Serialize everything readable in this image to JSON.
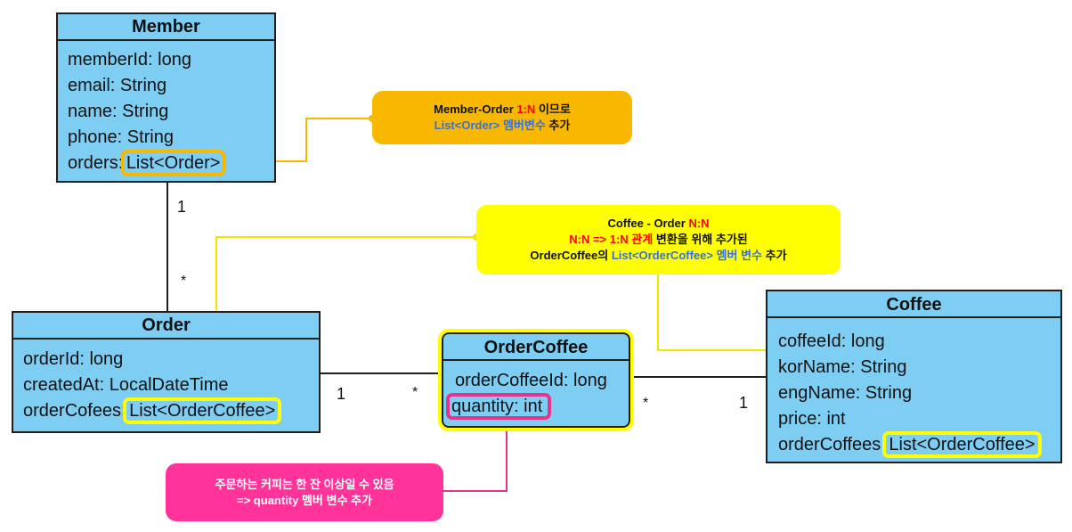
{
  "classes": {
    "member": {
      "title": "Member",
      "attributes": [
        "memberId: long",
        "email: String",
        "name: String",
        "phone: String"
      ],
      "orders_prefix": "orders: ",
      "orders_type": "List<Order>"
    },
    "order": {
      "title": "Order",
      "attributes": [
        "orderId: long",
        "createdAt: LocalDateTime"
      ],
      "cofees_prefix": "orderCofees: ",
      "cofees_type": "List<OrderCoffee>"
    },
    "order_coffee": {
      "title": "OrderCoffee",
      "attributes": [
        "orderCoffeeId: long"
      ],
      "quantity": "quantity: int"
    },
    "coffee": {
      "title": "Coffee",
      "attributes": [
        "coffeeId: long",
        "korName: String",
        "engName: String",
        "price: int"
      ],
      "coffees_prefix": "orderCoffees: ",
      "coffees_type": "List<OrderCoffee>"
    }
  },
  "multiplicities": {
    "member_order_member_side": "1",
    "member_order_order_side": "*",
    "order_oc_order_side": "1",
    "order_oc_oc_side": "*",
    "oc_coffee_oc_side": "*",
    "oc_coffee_coffee_side": "1"
  },
  "notes": {
    "member_note": {
      "line1_a": "Member-Order ",
      "line1_b": "1:N",
      "line1_c": " 이므로",
      "line2_a": "List<Order> 멤버변수",
      "line2_b": " 추가"
    },
    "coffee_note": {
      "line1_a": "Coffee - Order ",
      "line1_b": "N:N",
      "line2_a": "N:N => 1:N 관계",
      "line2_b": " 변환을 위해 추가된",
      "line3_a": "OrderCoffee의 ",
      "line3_b": "List<OrderCoffee> 멤버 변수",
      "line3_c": " 추가"
    },
    "quantity_note": {
      "line1": "주문하는 커피는 한 잔 이상일 수 있음",
      "line2": "=> quantity 멤버  변수 추가"
    }
  },
  "colors": {
    "class_fill": "#7ecef4",
    "orange_note": "#f9b800",
    "yellow_note": "#ffff00",
    "pink_note": "#ff3399",
    "highlight_orange": "#f9b800",
    "highlight_yellow": "#ffff00",
    "highlight_pink": "#e8338d"
  }
}
